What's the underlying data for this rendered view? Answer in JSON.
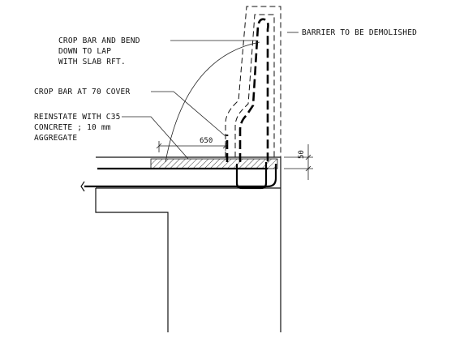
{
  "labels": {
    "crop_bend_1": "CROP BAR AND BEND",
    "crop_bend_2": "DOWN TO LAP",
    "crop_bend_3": "WITH SLAB RFT.",
    "crop_cover": "CROP BAR AT 70 COVER",
    "reinstate_1": "REINSTATE WITH C35",
    "reinstate_2": "CONCRETE ; 10 mm",
    "reinstate_3": "AGGREGATE",
    "barrier": "BARRIER TO BE DEMOLISHED"
  },
  "dimensions": {
    "width_650": "650",
    "depth_50": "50"
  }
}
